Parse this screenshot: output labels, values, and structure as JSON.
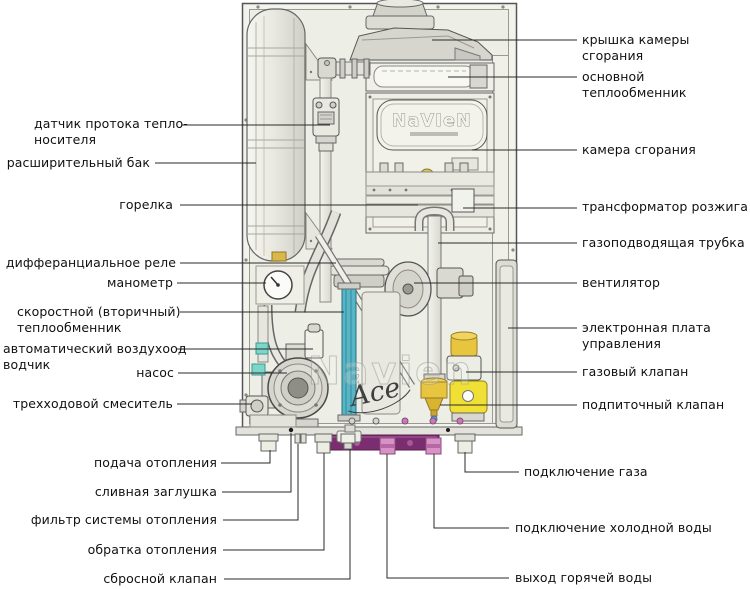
{
  "diagram": {
    "brand_logo": "NaVIeN",
    "watermark": "Navien",
    "watermark_script": "Ace",
    "colors": {
      "cabinet": "#f3f3ed",
      "secondary_hx_teal": "#58b5c6",
      "valve_yellow": "#e8c53e",
      "valve_bright_yellow": "#f0df34",
      "manifold_purple": "#7b2e6f",
      "stub_pink": "#d892c6",
      "leader_line": "#2a2a2a"
    }
  },
  "labels": {
    "left": [
      {
        "id": "flow-sensor",
        "text": "датчик протока тепло-\nносителя"
      },
      {
        "id": "expansion-tank",
        "text": "расширительный бак"
      },
      {
        "id": "burner",
        "text": "горелка"
      },
      {
        "id": "differential-relay",
        "text": "дифферанциальное реле"
      },
      {
        "id": "manometer",
        "text": "манометр"
      },
      {
        "id": "secondary-hx",
        "text": "скоростной (вторичный)\nтеплообменник"
      },
      {
        "id": "auto-air-vent",
        "text": "автоматический воздухоод\nводчик"
      },
      {
        "id": "pump",
        "text": "насос"
      },
      {
        "id": "three-way-mixer",
        "text": "трехходовой смеситель"
      },
      {
        "id": "heating-supply",
        "text": "подача отопления"
      },
      {
        "id": "drain-plug",
        "text": "сливная заглушка"
      },
      {
        "id": "heating-filter",
        "text": "фильтр системы отопления"
      },
      {
        "id": "heating-return",
        "text": "обратка отопления"
      },
      {
        "id": "relief-valve",
        "text": "сбросной клапан"
      }
    ],
    "right": [
      {
        "id": "combustion-cover",
        "text": "крышка камеры сгорания"
      },
      {
        "id": "main-hx",
        "text": "основной теплообменник"
      },
      {
        "id": "combustion-chamber",
        "text": "камера сгорания"
      },
      {
        "id": "ignition-transformer",
        "text": "трансформатор розжига"
      },
      {
        "id": "gas-supply-pipe",
        "text": "газоподводящая трубка"
      },
      {
        "id": "fan",
        "text": "вентилятор"
      },
      {
        "id": "control-board",
        "text": "электронная плата\nуправления"
      },
      {
        "id": "gas-valve",
        "text": "газовый клапан"
      },
      {
        "id": "makeup-valve",
        "text": "подпиточный клапан"
      },
      {
        "id": "gas-connection",
        "text": "подключение газа"
      },
      {
        "id": "cold-water-connection",
        "text": "подключение холодной воды"
      },
      {
        "id": "hot-water-outlet",
        "text": "выход горячей воды"
      }
    ]
  }
}
